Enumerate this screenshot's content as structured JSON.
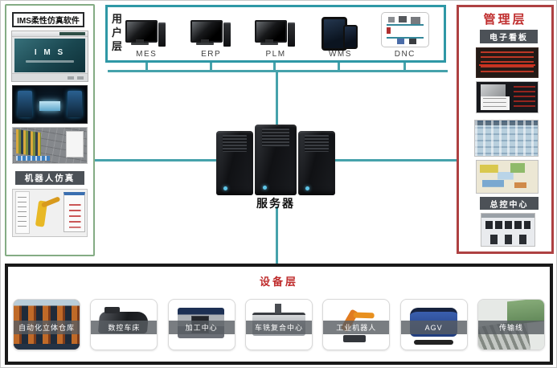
{
  "colors": {
    "line_teal": "#46a2ab",
    "border_green": "#84ac84",
    "border_teal": "#2f98a6",
    "border_red": "#ae4142",
    "border_black": "#191919",
    "title_red": "#bf2c2c",
    "label_dark_bg": "#4c5157"
  },
  "left_panel": {
    "ims_label": "IMS柔性仿真软件",
    "splash_title": "I M S",
    "robot_label": "机器人仿真"
  },
  "user_layer": {
    "title_chars": [
      "用",
      "户",
      "层"
    ],
    "devices": [
      {
        "label": "MES"
      },
      {
        "label": "ERP"
      },
      {
        "label": "PLM"
      },
      {
        "label": "WMS"
      },
      {
        "label": "DNC"
      }
    ]
  },
  "server": {
    "label": "服务器"
  },
  "management_layer": {
    "title": "管理层",
    "sections": [
      {
        "label": "电子看板"
      },
      {
        "label": "总控中心"
      }
    ]
  },
  "device_layer": {
    "title": "设备层",
    "equipment": [
      {
        "label": "自动化立体仓库"
      },
      {
        "label": "数控车床"
      },
      {
        "label": "加工中心"
      },
      {
        "label": "车铣复合中心"
      },
      {
        "label": "工业机器人"
      },
      {
        "label": "AGV"
      },
      {
        "label": "传输线"
      }
    ]
  }
}
